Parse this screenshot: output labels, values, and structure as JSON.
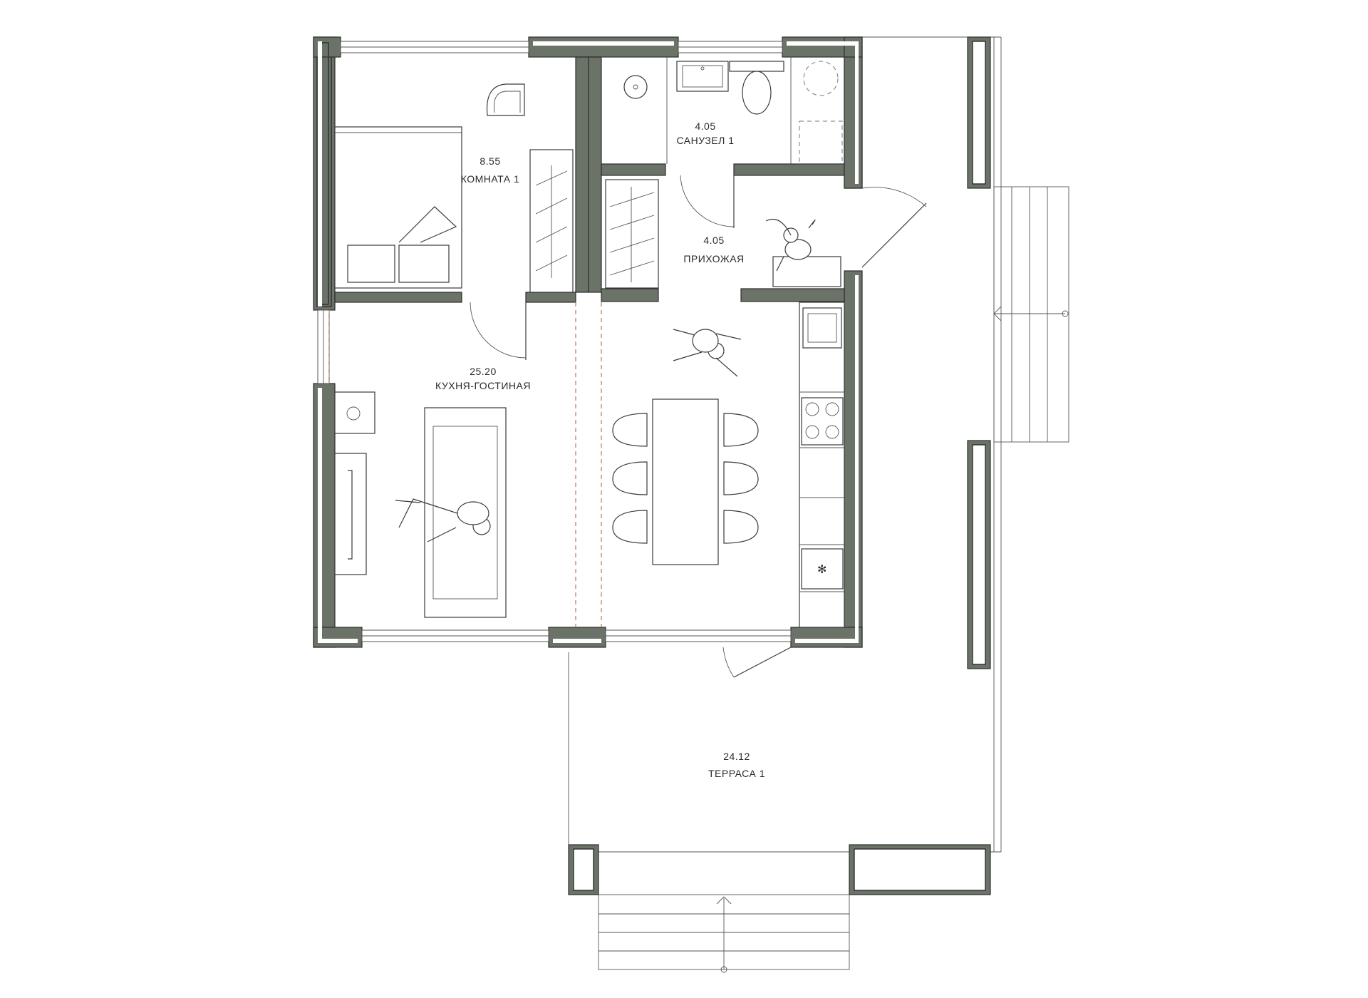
{
  "rooms": {
    "bedroom": {
      "area": "8.55",
      "name": "КОМНАТА 1"
    },
    "bathroom": {
      "area": "4.05",
      "name": "САНУЗЕЛ 1"
    },
    "hallway": {
      "area": "4.05",
      "name": "ПРИХОЖАЯ"
    },
    "living": {
      "area": "25.20",
      "name": "КУХНЯ-ГОСТИНАЯ"
    },
    "terrace": {
      "area": "24.12",
      "name": "ТЕРРАСА 1"
    }
  },
  "colors": {
    "wall": "#6b7268",
    "zone_divider": "#b07a5c"
  }
}
